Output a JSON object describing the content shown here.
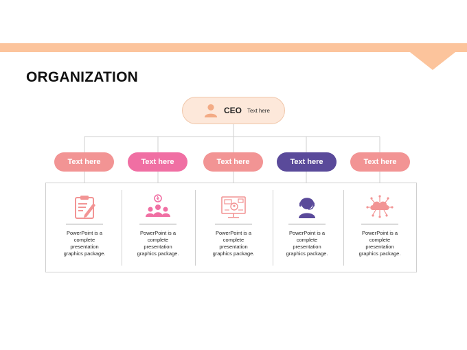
{
  "title": "ORGANIZATION",
  "ceo": {
    "title": "CEO",
    "subtitle": "Text here",
    "icon": "person-icon"
  },
  "departments": [
    {
      "label": "Text here",
      "color": "#f29494",
      "icon": "clipboard-icon",
      "description": "PowerPoint is a complete presentation graphics package."
    },
    {
      "label": "Text here",
      "color": "#f06fa3",
      "icon": "team-idea-icon",
      "description": "PowerPoint is a complete presentation graphics package."
    },
    {
      "label": "Text here",
      "color": "#f29494",
      "icon": "online-meeting-icon",
      "description": "PowerPoint is a complete presentation graphics package."
    },
    {
      "label": "Text here",
      "color": "#5a4a9a",
      "icon": "support-agent-icon",
      "description": "PowerPoint is a complete presentation graphics package."
    },
    {
      "label": "Text here",
      "color": "#f29494",
      "icon": "cloud-network-icon",
      "description": "PowerPoint is a complete presentation graphics package."
    }
  ],
  "colors": {
    "banner": "#fcc49c",
    "ceo_fill": "#fde8da",
    "ceo_icon": "#f3ab85",
    "line": "#cfcfcf"
  }
}
